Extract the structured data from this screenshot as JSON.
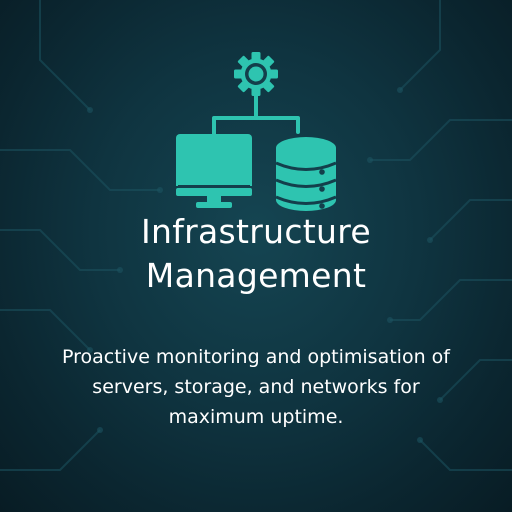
{
  "card": {
    "title_line1": "Infrastructure",
    "title_line2": "Management",
    "description": "Proactive monitoring and optimisation of servers, storage, and networks for maximum uptime."
  },
  "icons": {
    "top": "gear-icon",
    "left": "monitor-icon",
    "right": "database-icon",
    "link": "hierarchy-connector"
  },
  "colors": {
    "accent": "#2ec4b0",
    "text": "#ffffff",
    "background": "#0f3440"
  }
}
